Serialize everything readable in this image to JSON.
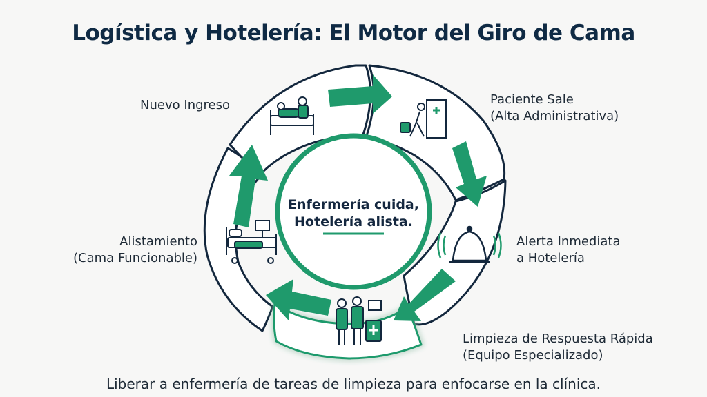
{
  "title": "Logística y Hotelería: El Motor del Giro de Cama",
  "center": {
    "line1": "Enfermería cuida,",
    "line2": "Hotelería alista."
  },
  "steps": [
    {
      "line1": "Nuevo Ingreso",
      "line2": "",
      "icon": "patient-bed-nurse-icon"
    },
    {
      "line1": "Paciente Sale",
      "line2": "(Alta Administrativa)",
      "icon": "patient-exit-door-icon"
    },
    {
      "line1": "Alerta Inmediata",
      "line2": "a Hotelería",
      "icon": "alert-bell-icon"
    },
    {
      "line1": "Limpieza de Respuesta Rápida",
      "line2": "(Equipo Especializado)",
      "icon": "cleaning-team-icon"
    },
    {
      "line1": "Alistamiento",
      "line2": "(Cama Funcionable)",
      "icon": "functional-bed-icon"
    }
  ],
  "footer": "Liberar a enfermería de tareas de limpieza para enfocarse en la clínica.",
  "colors": {
    "accent": "#1f9a6c",
    "dark": "#13273d",
    "ring": "#ffffff"
  }
}
